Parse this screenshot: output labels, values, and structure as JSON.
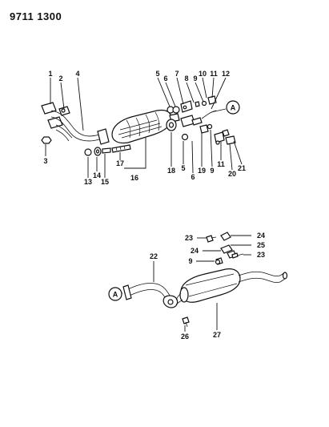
{
  "header": {
    "code": "9711 1300"
  },
  "callouts": {
    "1": "1",
    "2": "2",
    "3": "3",
    "4": "4",
    "5": "5",
    "6": "6",
    "7": "7",
    "8": "8",
    "9": "9",
    "10": "10",
    "11": "11",
    "12": "12",
    "13": "13",
    "14": "14",
    "15": "15",
    "16": "16",
    "17": "17",
    "18": "18",
    "19": "19",
    "20": "20",
    "21": "21",
    "22": "22",
    "23": "23",
    "24": "24",
    "25": "25",
    "26": "26",
    "27": "27"
  },
  "connector": {
    "label": "A"
  }
}
